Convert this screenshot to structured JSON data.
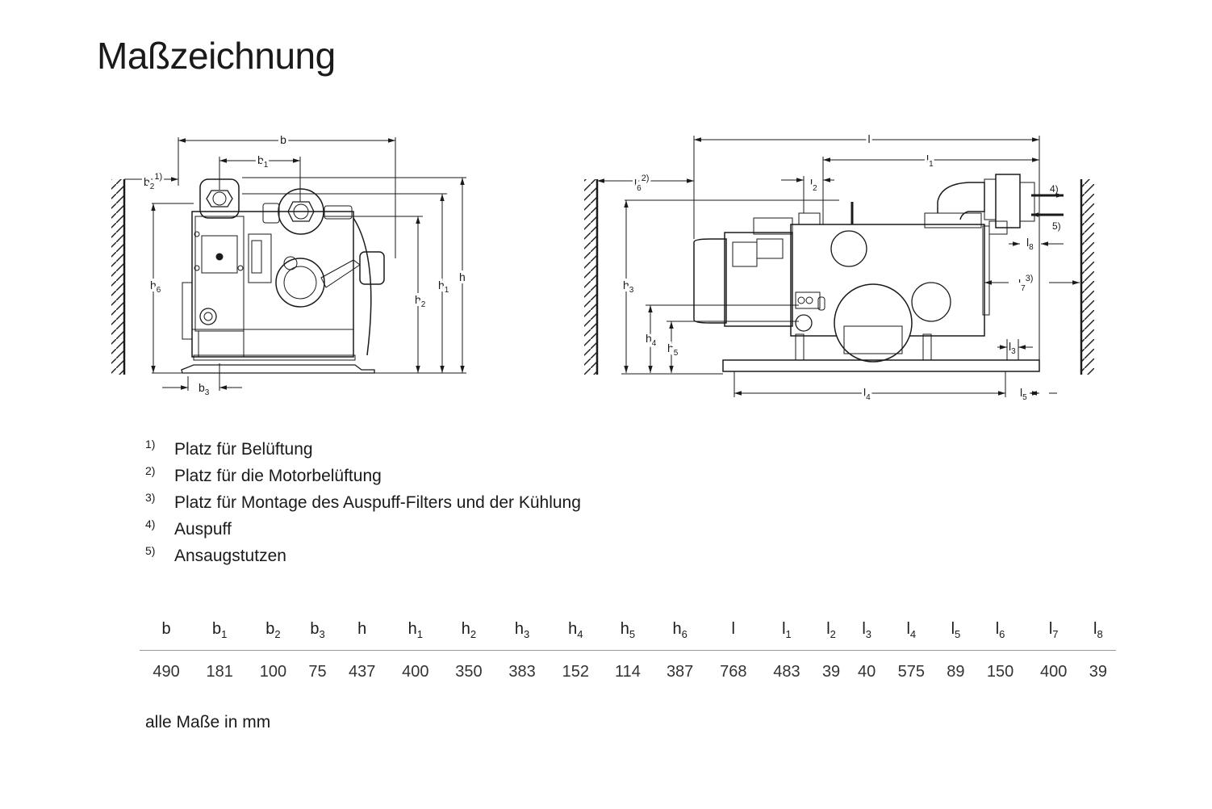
{
  "title": "Maßzeichnung",
  "front_view": {
    "labels": {
      "b": "b",
      "b1": "b",
      "b1_sub": "1",
      "b2": "b",
      "b2_sub": "2",
      "b2_note": "1)",
      "b3": "b",
      "b3_sub": "3",
      "h": "h",
      "h1": "h",
      "h1_sub": "1",
      "h2": "h",
      "h2_sub": "2",
      "h6": "h",
      "h6_sub": "6"
    }
  },
  "side_view": {
    "labels": {
      "l": "l",
      "l1": "l",
      "l1_sub": "1",
      "l2": "l",
      "l2_sub": "2",
      "l3": "l",
      "l3_sub": "3",
      "l4": "l",
      "l4_sub": "4",
      "l5": "l",
      "l5_sub": "5",
      "l6": "l",
      "l6_sub": "6",
      "l6_note": "2)",
      "l7": "l",
      "l7_sub": "7",
      "l7_note": "3)",
      "l8": "l",
      "l8_sub": "8",
      "h3": "h",
      "h3_sub": "3",
      "h4": "h",
      "h4_sub": "4",
      "h5": "h",
      "h5_sub": "5",
      "arrow4_note": "4)",
      "arrow5_note": "5)"
    }
  },
  "footnotes": [
    {
      "mark": "1)",
      "text": "Platz für Belüftung"
    },
    {
      "mark": "2)",
      "text": "Platz für die Motorbelüftung"
    },
    {
      "mark": "3)",
      "text": "Platz für Montage des Auspuff-Filters und der Kühlung"
    },
    {
      "mark": "4)",
      "text": "Auspuff"
    },
    {
      "mark": "5)",
      "text": "Ansaugstutzen"
    }
  ],
  "table": {
    "headers": [
      {
        "base": "b",
        "sub": ""
      },
      {
        "base": "b",
        "sub": "1"
      },
      {
        "base": "b",
        "sub": "2"
      },
      {
        "base": "b",
        "sub": "3"
      },
      {
        "base": "h",
        "sub": ""
      },
      {
        "base": "h",
        "sub": "1"
      },
      {
        "base": "h",
        "sub": "2"
      },
      {
        "base": "h",
        "sub": "3"
      },
      {
        "base": "h",
        "sub": "4"
      },
      {
        "base": "h",
        "sub": "5"
      },
      {
        "base": "h",
        "sub": "6"
      },
      {
        "base": "l",
        "sub": ""
      },
      {
        "base": "l",
        "sub": "1"
      },
      {
        "base": "l",
        "sub": "2"
      },
      {
        "base": "l",
        "sub": "3"
      },
      {
        "base": "l",
        "sub": "4"
      },
      {
        "base": "l",
        "sub": "5"
      },
      {
        "base": "l",
        "sub": "6"
      },
      {
        "base": "l",
        "sub": "7"
      },
      {
        "base": "l",
        "sub": "8"
      }
    ],
    "values": [
      "490",
      "181",
      "100",
      "75",
      "437",
      "400",
      "350",
      "383",
      "152",
      "114",
      "387",
      "768",
      "483",
      "39",
      "40",
      "575",
      "89",
      "150",
      "400",
      "39"
    ]
  },
  "unit_note": "alle Maße in mm",
  "colors": {
    "line": "#1a1a1a",
    "table_rule": "#999999"
  }
}
